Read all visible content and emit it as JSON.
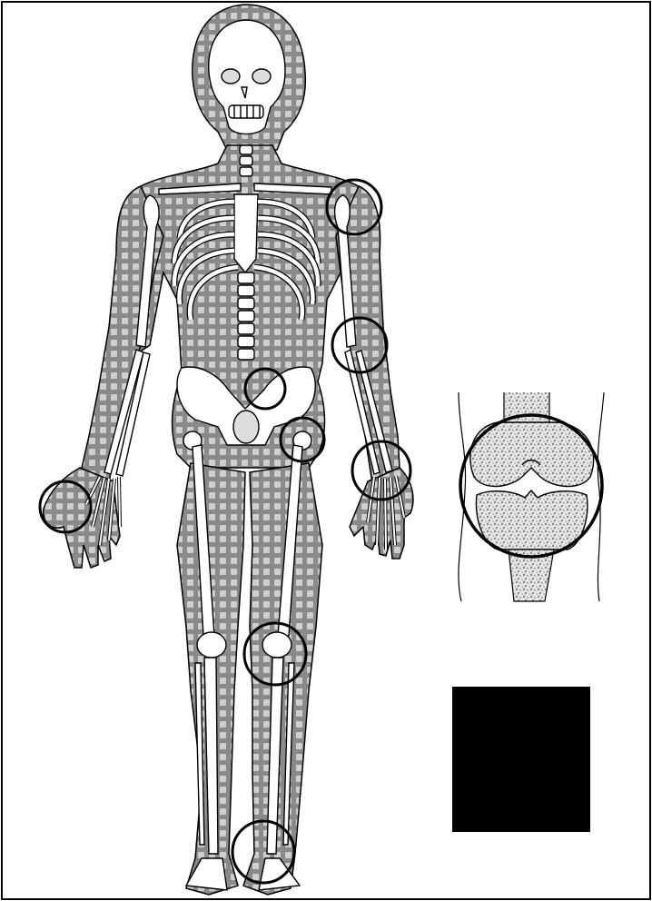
{
  "figure": {
    "colors": {
      "background": "#ffffff",
      "frame": "#000000",
      "body_fill": "#8a8a8a",
      "body_check": "#d0d0d0",
      "bone": "#ffffff",
      "outline": "#000000",
      "marrow_speckle": "#555555",
      "solid_block": "#000000"
    },
    "markers": [
      "joint-circle-right-shoulder",
      "joint-circle-right-elbow",
      "joint-circle-right-wrist",
      "joint-circle-left-hand",
      "joint-circle-sacroiliac",
      "joint-circle-right-hip",
      "joint-circle-right-knee",
      "joint-circle-right-ankle"
    ],
    "inset": "knee-joint-cross-section",
    "block": "solid-black-rectangle"
  }
}
